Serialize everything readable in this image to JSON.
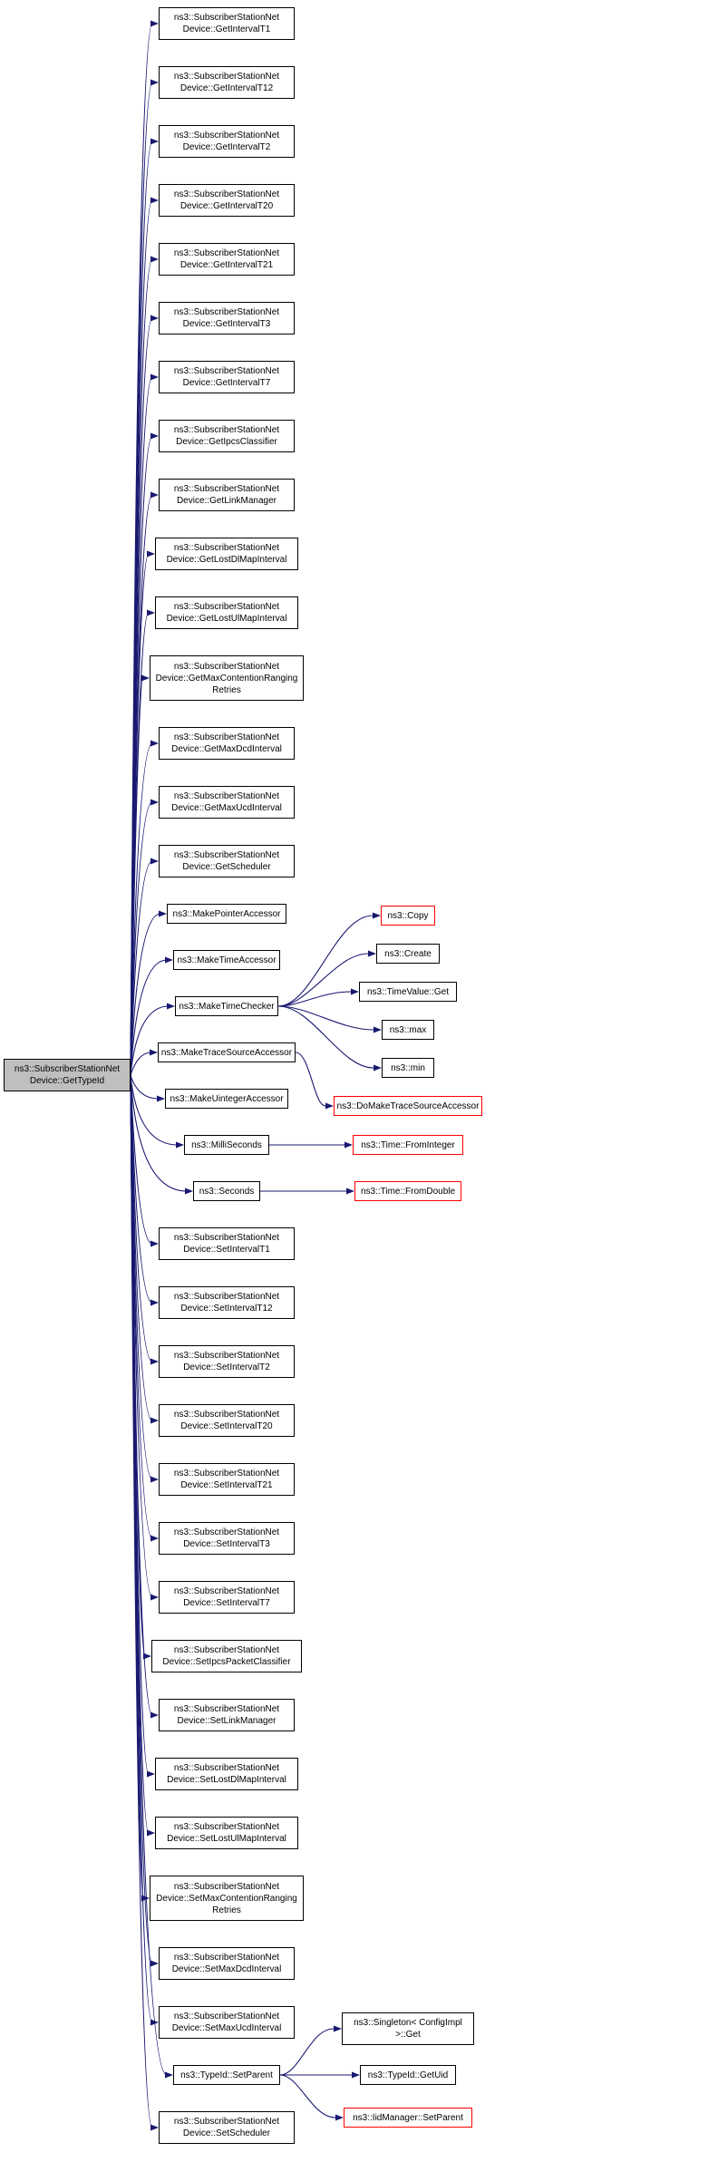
{
  "graph": {
    "type": "doxygen-call-graph",
    "colors": {
      "edge": "#191970",
      "node_border": "#000000",
      "truncated_border": "#ff0000",
      "root_fill": "#bfbfbf",
      "node_fill": "#ffffff"
    },
    "nodes": {
      "root": {
        "label": "ns3::SubscriberStationNet\nDevice::GetTypeId"
      },
      "m1": {
        "label": "ns3::SubscriberStationNet\nDevice::GetIntervalT1"
      },
      "m2": {
        "label": "ns3::SubscriberStationNet\nDevice::GetIntervalT12"
      },
      "m3": {
        "label": "ns3::SubscriberStationNet\nDevice::GetIntervalT2"
      },
      "m4": {
        "label": "ns3::SubscriberStationNet\nDevice::GetIntervalT20"
      },
      "m5": {
        "label": "ns3::SubscriberStationNet\nDevice::GetIntervalT21"
      },
      "m6": {
        "label": "ns3::SubscriberStationNet\nDevice::GetIntervalT3"
      },
      "m7": {
        "label": "ns3::SubscriberStationNet\nDevice::GetIntervalT7"
      },
      "m8": {
        "label": "ns3::SubscriberStationNet\nDevice::GetIpcsClassifier"
      },
      "m9": {
        "label": "ns3::SubscriberStationNet\nDevice::GetLinkManager"
      },
      "m10": {
        "label": "ns3::SubscriberStationNet\nDevice::GetLostDlMapInterval"
      },
      "m11": {
        "label": "ns3::SubscriberStationNet\nDevice::GetLostUlMapInterval"
      },
      "m12": {
        "label": "ns3::SubscriberStationNet\nDevice::GetMaxContentionRanging\nRetries"
      },
      "m13": {
        "label": "ns3::SubscriberStationNet\nDevice::GetMaxDcdInterval"
      },
      "m14": {
        "label": "ns3::SubscriberStationNet\nDevice::GetMaxUcdInterval"
      },
      "m15": {
        "label": "ns3::SubscriberStationNet\nDevice::GetScheduler"
      },
      "m16": {
        "label": "ns3::MakePointerAccessor"
      },
      "m17": {
        "label": "ns3::MakeTimeAccessor"
      },
      "m18": {
        "label": "ns3::MakeTimeChecker"
      },
      "m19": {
        "label": "ns3::MakeTraceSourceAccessor"
      },
      "m20": {
        "label": "ns3::MakeUintegerAccessor"
      },
      "m21": {
        "label": "ns3::MilliSeconds"
      },
      "m22": {
        "label": "ns3::Seconds"
      },
      "m23": {
        "label": "ns3::SubscriberStationNet\nDevice::SetIntervalT1"
      },
      "m24": {
        "label": "ns3::SubscriberStationNet\nDevice::SetIntervalT12"
      },
      "m25": {
        "label": "ns3::SubscriberStationNet\nDevice::SetIntervalT2"
      },
      "m26": {
        "label": "ns3::SubscriberStationNet\nDevice::SetIntervalT20"
      },
      "m27": {
        "label": "ns3::SubscriberStationNet\nDevice::SetIntervalT21"
      },
      "m28": {
        "label": "ns3::SubscriberStationNet\nDevice::SetIntervalT3"
      },
      "m29": {
        "label": "ns3::SubscriberStationNet\nDevice::SetIntervalT7"
      },
      "m30": {
        "label": "ns3::SubscriberStationNet\nDevice::SetIpcsPacketClassifier"
      },
      "m31": {
        "label": "ns3::SubscriberStationNet\nDevice::SetLinkManager"
      },
      "m32": {
        "label": "ns3::SubscriberStationNet\nDevice::SetLostDlMapInterval"
      },
      "m33": {
        "label": "ns3::SubscriberStationNet\nDevice::SetLostUlMapInterval"
      },
      "m34": {
        "label": "ns3::SubscriberStationNet\nDevice::SetMaxContentionRanging\nRetries"
      },
      "m35": {
        "label": "ns3::SubscriberStationNet\nDevice::SetMaxDcdInterval"
      },
      "m36": {
        "label": "ns3::SubscriberStationNet\nDevice::SetMaxUcdInterval"
      },
      "m37": {
        "label": "ns3::TypeId::SetParent"
      },
      "m38": {
        "label": "ns3::SubscriberStationNet\nDevice::SetScheduler"
      },
      "r1": {
        "label": "ns3::Copy",
        "truncated": true
      },
      "r2": {
        "label": "ns3::Create"
      },
      "r3": {
        "label": "ns3::TimeValue::Get"
      },
      "r4": {
        "label": "ns3::max"
      },
      "r5": {
        "label": "ns3::min"
      },
      "r6": {
        "label": "ns3::DoMakeTraceSourceAccessor",
        "truncated": true
      },
      "r7": {
        "label": "ns3::Time::FromInteger",
        "truncated": true
      },
      "r8": {
        "label": "ns3::Time::FromDouble",
        "truncated": true
      },
      "r9": {
        "label": "ns3::Singleton< ConfigImpl\n>::Get"
      },
      "r10": {
        "label": "ns3::TypeId::GetUid"
      },
      "r11": {
        "label": "ns3::IidManager::SetParent",
        "truncated": true
      }
    },
    "edges": [
      [
        "root",
        "m1"
      ],
      [
        "root",
        "m2"
      ],
      [
        "root",
        "m3"
      ],
      [
        "root",
        "m4"
      ],
      [
        "root",
        "m5"
      ],
      [
        "root",
        "m6"
      ],
      [
        "root",
        "m7"
      ],
      [
        "root",
        "m8"
      ],
      [
        "root",
        "m9"
      ],
      [
        "root",
        "m10"
      ],
      [
        "root",
        "m11"
      ],
      [
        "root",
        "m12"
      ],
      [
        "root",
        "m13"
      ],
      [
        "root",
        "m14"
      ],
      [
        "root",
        "m15"
      ],
      [
        "root",
        "m16"
      ],
      [
        "root",
        "m17"
      ],
      [
        "root",
        "m18"
      ],
      [
        "root",
        "m19"
      ],
      [
        "root",
        "m20"
      ],
      [
        "root",
        "m21"
      ],
      [
        "root",
        "m22"
      ],
      [
        "root",
        "m23"
      ],
      [
        "root",
        "m24"
      ],
      [
        "root",
        "m25"
      ],
      [
        "root",
        "m26"
      ],
      [
        "root",
        "m27"
      ],
      [
        "root",
        "m28"
      ],
      [
        "root",
        "m29"
      ],
      [
        "root",
        "m30"
      ],
      [
        "root",
        "m31"
      ],
      [
        "root",
        "m32"
      ],
      [
        "root",
        "m33"
      ],
      [
        "root",
        "m34"
      ],
      [
        "root",
        "m35"
      ],
      [
        "root",
        "m36"
      ],
      [
        "root",
        "m37"
      ],
      [
        "root",
        "m38"
      ],
      [
        "m18",
        "r1"
      ],
      [
        "m18",
        "r2"
      ],
      [
        "m18",
        "r3"
      ],
      [
        "m18",
        "r4"
      ],
      [
        "m18",
        "r5"
      ],
      [
        "m19",
        "r6"
      ],
      [
        "m21",
        "r7"
      ],
      [
        "m22",
        "r8"
      ],
      [
        "m37",
        "r9"
      ],
      [
        "m37",
        "r10"
      ],
      [
        "m37",
        "r11"
      ]
    ]
  }
}
